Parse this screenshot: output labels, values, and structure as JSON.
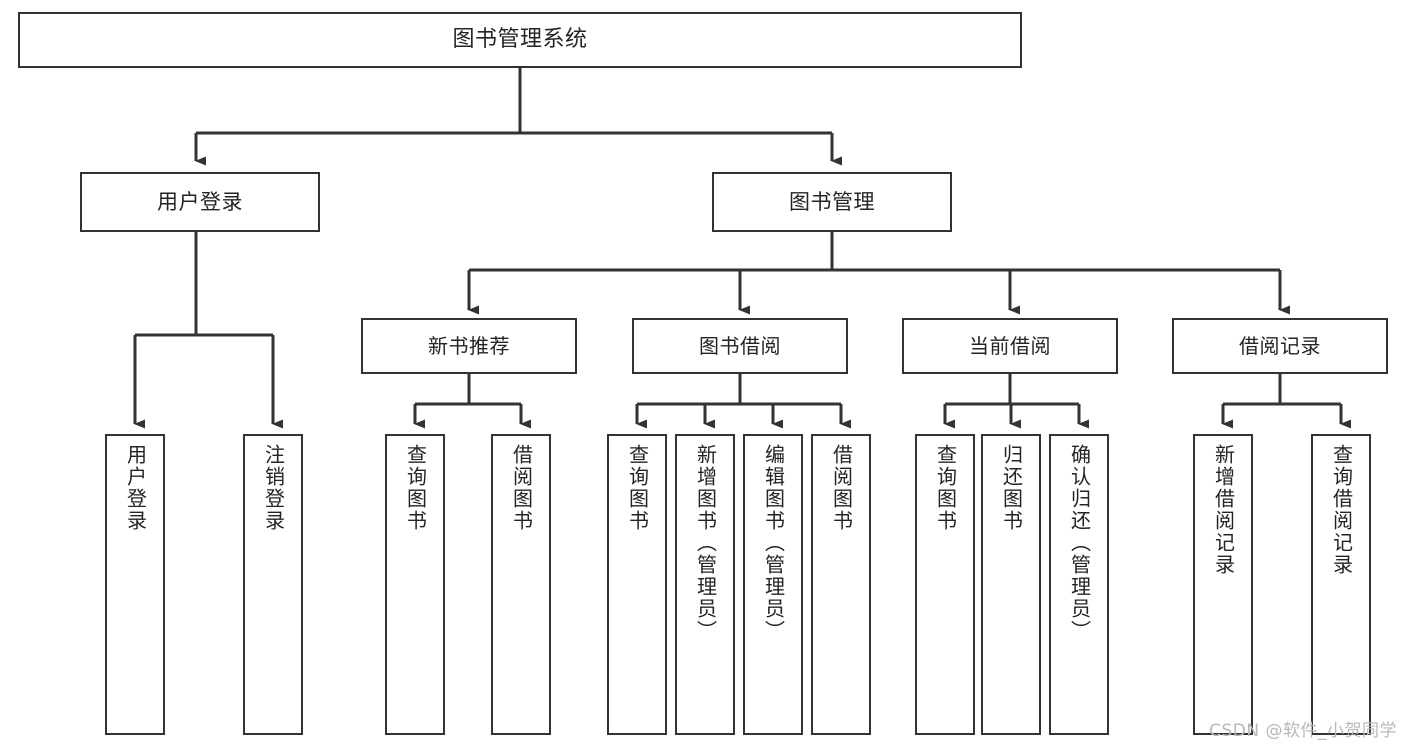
{
  "diagram": {
    "type": "tree-hierarchy-chart",
    "title": "图书管理系统",
    "orientation": "top-down",
    "colors": {
      "box_border": "#333333",
      "box_fill": "#ffffff",
      "connector": "#333333",
      "text": "#242424",
      "watermark": "#b8b8b8",
      "background": "#ffffff"
    },
    "root": {
      "label": "图书管理系统"
    },
    "level2": [
      {
        "label": "用户登录"
      },
      {
        "label": "图书管理"
      }
    ],
    "level3": [
      {
        "label": "新书推荐"
      },
      {
        "label": "图书借阅"
      },
      {
        "label": "当前借阅"
      },
      {
        "label": "借阅记录"
      }
    ],
    "leaves": {
      "user_login": [
        {
          "label": "用户登录"
        },
        {
          "label": "注销登录"
        }
      ],
      "new_book_recommend": [
        {
          "label": "查询图书"
        },
        {
          "label": "借阅图书"
        }
      ],
      "book_borrow": [
        {
          "label": "查询图书"
        },
        {
          "label": "新增图书（管理员）"
        },
        {
          "label": "编辑图书（管理员）"
        },
        {
          "label": "借阅图书"
        }
      ],
      "current_borrow": [
        {
          "label": "查询图书"
        },
        {
          "label": "归还图书"
        },
        {
          "label": "确认归还（管理员）"
        }
      ],
      "borrow_record": [
        {
          "label": "新增借阅记录"
        },
        {
          "label": "查询借阅记录"
        }
      ]
    }
  },
  "watermark": {
    "text": "CSDN @软件_小贺同学"
  }
}
